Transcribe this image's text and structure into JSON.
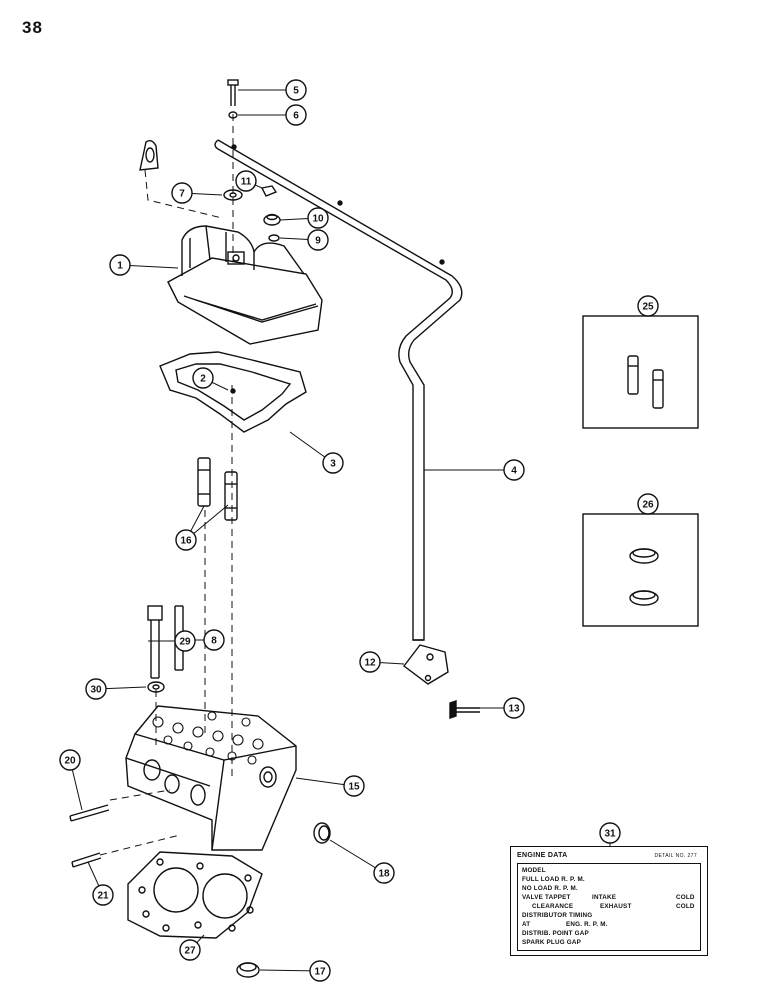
{
  "page_number": "38",
  "callouts": [
    "1",
    "2",
    "3",
    "4",
    "5",
    "6",
    "7",
    "8",
    "9",
    "10",
    "11",
    "12",
    "13",
    "15",
    "16",
    "17",
    "18",
    "20",
    "21",
    "25",
    "26",
    "27",
    "29",
    "30",
    "31"
  ],
  "engine_data_plate": {
    "title": "ENGINE DATA",
    "detail_no": "DETAIL NO. 277",
    "lines": {
      "model": "MODEL",
      "full_load": "FULL LOAD R. P. M.",
      "no_load": "NO LOAD R. P. M.",
      "valve_tappet": "VALVE TAPPET",
      "intake": "INTAKE",
      "cold1": "COLD",
      "clearance": "CLEARANCE",
      "exhaust": "EXHAUST",
      "cold2": "COLD",
      "distributor_timing": "DISTRIBUTOR TIMING",
      "at": "AT",
      "eng_rpm": "ENG. R. P. M.",
      "distrib_point_gap": "DISTRIB. POINT GAP",
      "spark_plug_gap": "SPARK PLUG GAP"
    }
  }
}
